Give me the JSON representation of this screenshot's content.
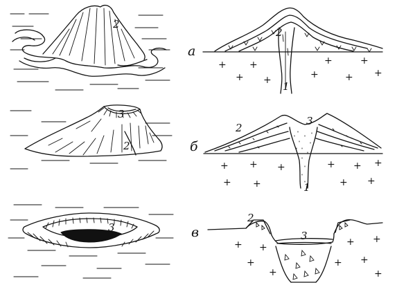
{
  "rows": [
    {
      "letter": "а",
      "labels": {
        "lava_dome": "2",
        "cross_section_cone": "2",
        "cross_section_conduit": "1"
      }
    },
    {
      "letter": "б",
      "labels": {
        "cone": "2",
        "crater": "3",
        "cross_section_cone": "2",
        "cross_section_crater": "3",
        "cross_section_conduit": "1"
      }
    },
    {
      "letter": "в",
      "labels": {
        "maar_crater": "3",
        "cross_section_rim": "2",
        "cross_section_crater": "3"
      }
    }
  ],
  "basement_symbol": "+"
}
